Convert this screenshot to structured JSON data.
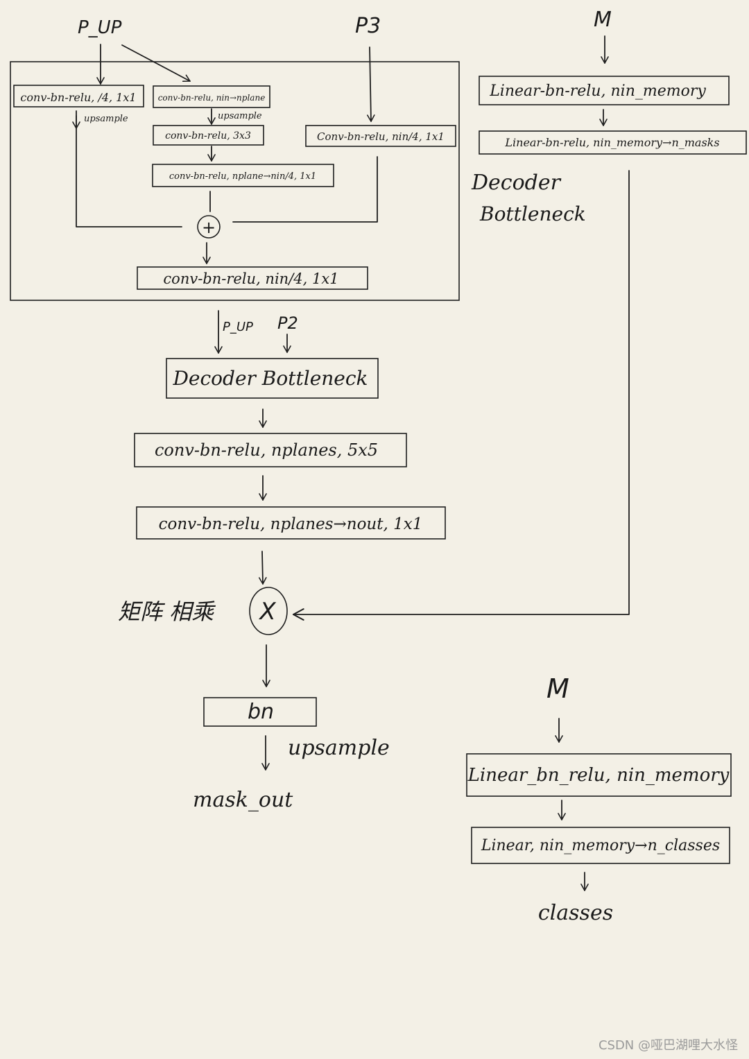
{
  "inputs": {
    "p_up": "P_UP",
    "p3": "P3",
    "m_top": "M",
    "p_up_lower": "P_UP",
    "p2": "P2",
    "m_bottom": "M"
  },
  "bottleneck": {
    "box_left": "conv-bn-relu, /4, 1x1",
    "upsample_left": "upsample",
    "box_mid_1": "conv-bn-relu, nin→nplane",
    "upsample_mid": "upsample",
    "box_mid_2": "conv-bn-relu, 3x3",
    "box_mid_3": "conv-bn-relu, nplane→nin/4, 1x1",
    "box_right": "Conv-bn-relu, nin/4, 1x1",
    "plus": "+",
    "box_out": "conv-bn-relu, nin/4, 1x1",
    "caption_line1": "Decoder",
    "caption_line2": "Bottleneck"
  },
  "memory_branch": {
    "box1": "Linear-bn-relu, nin_memory",
    "box2": "Linear-bn-relu, nin_memory→n_masks"
  },
  "main": {
    "decoder_bottleneck": "Decoder Bottleneck",
    "conv_5x5": "conv-bn-relu, nplanes, 5x5",
    "conv_1x1": "conv-bn-relu, nplanes→nout, 1x1",
    "matmul_label": "矩阵 相乘",
    "times": "X",
    "bn": "bn",
    "upsample": "upsample",
    "output": "mask_out"
  },
  "class_branch": {
    "box1": "Linear_bn_relu, nin_memory",
    "box2": "Linear, nin_memory→n_classes",
    "output": "classes"
  },
  "watermark": "CSDN @哑巴湖哩大水怪"
}
